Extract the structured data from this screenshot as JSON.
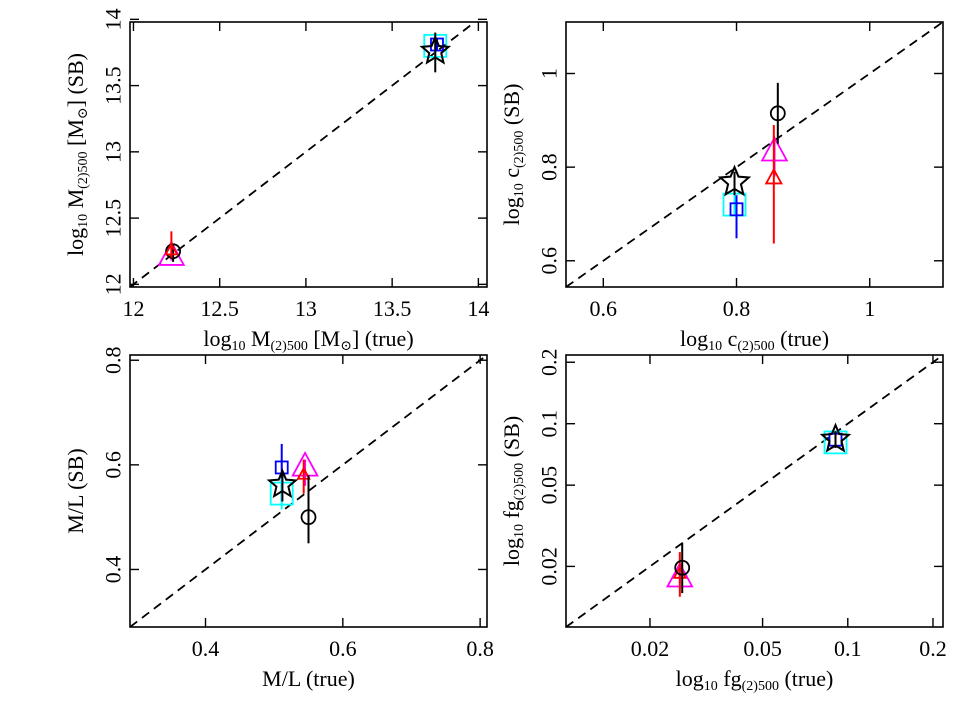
{
  "chart_data": [
    {
      "type": "scatter",
      "xlabel": "log10 M(2)500 [M⊙] (true)",
      "ylabel": "log10 M(2)500 [M⊙] (SB)",
      "xlabel_parts": [
        [
          "log",
          ""
        ],
        [
          "10",
          "sub"
        ],
        [
          " M",
          ""
        ],
        [
          "(2)500",
          "sub"
        ],
        [
          " [M",
          ""
        ],
        [
          "⊙",
          "sub"
        ],
        [
          "] (true)",
          ""
        ]
      ],
      "ylabel_parts": [
        [
          "log",
          ""
        ],
        [
          "10",
          "sub"
        ],
        [
          " M",
          ""
        ],
        [
          "(2)500",
          "sub"
        ],
        [
          " [M",
          ""
        ],
        [
          "⊙",
          "sub"
        ],
        [
          "] (SB)",
          ""
        ]
      ],
      "scale": "linear",
      "xlim": [
        11.98,
        14.05
      ],
      "ylim": [
        11.98,
        13.98
      ],
      "xticks": [
        12,
        12.5,
        13,
        13.5,
        14
      ],
      "xtick_labels": [
        "12",
        "12.5",
        "13",
        "13.5",
        "14"
      ],
      "yticks": [
        12,
        12.5,
        13,
        13.5,
        14
      ],
      "ytick_labels": [
        "12",
        "12.5",
        "13",
        "13.5",
        "14"
      ],
      "diagonal": true,
      "points": [
        {
          "marker": "triangle",
          "color": "#ff00ff",
          "x": 12.22,
          "y": 12.22,
          "size": 13,
          "ylo": 12.18,
          "yhi": 12.28,
          "ecolor": "#ff00ff"
        },
        {
          "marker": "circle",
          "color": "#000000",
          "x": 12.23,
          "y": 12.25,
          "size": 7,
          "ylo": 12.17,
          "yhi": 12.3,
          "ecolor": "#000000"
        },
        {
          "marker": "triangle",
          "color": "#ff0000",
          "x": 12.22,
          "y": 12.26,
          "size": 6,
          "ylo": 12.2,
          "yhi": 12.4,
          "ecolor": "#ff0000"
        },
        {
          "marker": "square",
          "color": "#00ffff",
          "x": 13.75,
          "y": 13.8,
          "size": 11,
          "ylo": 13.72,
          "yhi": 13.86,
          "ecolor": "#00ffff"
        },
        {
          "marker": "square",
          "color": "#0000ff",
          "x": 13.76,
          "y": 13.81,
          "size": 6,
          "ylo": 13.76,
          "yhi": 13.86,
          "ecolor": "#0000ff"
        },
        {
          "marker": "star",
          "color": "#000000",
          "x": 13.75,
          "y": 13.76,
          "size": 14,
          "ylo": 13.6,
          "yhi": 13.9,
          "ecolor": "#000000"
        }
      ]
    },
    {
      "type": "scatter",
      "xlabel": "log10 c(2)500 (true)",
      "ylabel": "log10 c(2)500 (SB)",
      "xlabel_parts": [
        [
          "log",
          ""
        ],
        [
          "10",
          "sub"
        ],
        [
          " c",
          ""
        ],
        [
          "(2)500",
          "sub"
        ],
        [
          "  (true)",
          ""
        ]
      ],
      "ylabel_parts": [
        [
          "log",
          ""
        ],
        [
          "10",
          "sub"
        ],
        [
          " c",
          ""
        ],
        [
          "(2)500",
          "sub"
        ],
        [
          "  (SB)",
          ""
        ]
      ],
      "scale": "linear",
      "xlim": [
        0.544,
        1.11
      ],
      "ylim": [
        0.544,
        1.11
      ],
      "xticks": [
        0.6,
        0.8,
        1.0
      ],
      "xtick_labels": [
        "0.6",
        "0.8",
        "1"
      ],
      "yticks": [
        0.6,
        0.8,
        1.0
      ],
      "ytick_labels": [
        "0.6",
        "0.8",
        "1"
      ],
      "diagonal": true,
      "points": [
        {
          "marker": "triangle",
          "color": "#ff00ff",
          "x": 0.857,
          "y": 0.835,
          "size": 13,
          "ylo": 0.78,
          "yhi": 0.855,
          "ecolor": "#ff00ff"
        },
        {
          "marker": "triangle",
          "color": "#ff0000",
          "x": 0.856,
          "y": 0.778,
          "size": 8,
          "ylo": 0.637,
          "yhi": 0.89,
          "ecolor": "#ff0000"
        },
        {
          "marker": "circle",
          "color": "#000000",
          "x": 0.862,
          "y": 0.915,
          "size": 7,
          "ylo": 0.85,
          "yhi": 0.98,
          "ecolor": "#000000"
        },
        {
          "marker": "square",
          "color": "#00ffff",
          "x": 0.797,
          "y": 0.72,
          "size": 11,
          "ylo": 0.7,
          "yhi": 0.74,
          "ecolor": "#00ffff"
        },
        {
          "marker": "square",
          "color": "#0000ff",
          "x": 0.8,
          "y": 0.71,
          "size": 6,
          "ylo": 0.648,
          "yhi": 0.74,
          "ecolor": "#0000ff"
        },
        {
          "marker": "star",
          "color": "#000000",
          "x": 0.797,
          "y": 0.768,
          "size": 15,
          "ylo": 0.74,
          "yhi": 0.79,
          "ecolor": "#000000"
        }
      ]
    },
    {
      "type": "scatter",
      "xlabel": "M/L (true)",
      "ylabel": "M/L (SB)",
      "xlabel_parts": [
        [
          "M/L (true)",
          ""
        ]
      ],
      "ylabel_parts": [
        [
          "M/L (SB)",
          ""
        ]
      ],
      "scale": "linear",
      "xlim": [
        0.29,
        0.81
      ],
      "ylim": [
        0.29,
        0.81
      ],
      "xticks": [
        0.4,
        0.6,
        0.8
      ],
      "xtick_labels": [
        "0.4",
        "0.6",
        "0.8"
      ],
      "yticks": [
        0.4,
        0.6,
        0.8
      ],
      "ytick_labels": [
        "0.4",
        "0.6",
        "0.8"
      ],
      "diagonal": true,
      "points": [
        {
          "marker": "square",
          "color": "#0000ff",
          "x": 0.511,
          "y": 0.595,
          "size": 6,
          "ylo": 0.53,
          "yhi": 0.64,
          "ecolor": "#0000ff"
        },
        {
          "marker": "square",
          "color": "#00ffff",
          "x": 0.511,
          "y": 0.545,
          "size": 11,
          "ylo": 0.515,
          "yhi": 0.575,
          "ecolor": "#00ffff"
        },
        {
          "marker": "triangle",
          "color": "#ff00ff",
          "x": 0.545,
          "y": 0.598,
          "size": 13,
          "ylo": 0.56,
          "yhi": 0.61,
          "ecolor": "#ff00ff"
        },
        {
          "marker": "triangle",
          "color": "#ff0000",
          "x": 0.543,
          "y": 0.582,
          "size": 6,
          "ylo": 0.545,
          "yhi": 0.61,
          "ecolor": "#ff0000"
        },
        {
          "marker": "circle",
          "color": "#000000",
          "x": 0.55,
          "y": 0.5,
          "size": 7,
          "ylo": 0.45,
          "yhi": 0.58,
          "ecolor": "#000000"
        },
        {
          "marker": "star",
          "color": "#000000",
          "x": 0.512,
          "y": 0.562,
          "size": 14,
          "ylo": 0.53,
          "yhi": 0.585,
          "ecolor": "#000000"
        }
      ]
    },
    {
      "type": "scatter",
      "xlabel": "log10 fg(2)500 (true)",
      "ylabel": "log10 fg(2)500 (SB)",
      "xlabel_parts": [
        [
          "log",
          ""
        ],
        [
          "10",
          "sub"
        ],
        [
          " fg",
          ""
        ],
        [
          "(2)500",
          "sub"
        ],
        [
          "  (true)",
          ""
        ]
      ],
      "ylabel_parts": [
        [
          "log",
          ""
        ],
        [
          "10",
          "sub"
        ],
        [
          " fg",
          ""
        ],
        [
          "(2)500",
          "sub"
        ],
        [
          "  (SB)",
          ""
        ]
      ],
      "scale": "log",
      "xlim": [
        0.0101,
        0.217
      ],
      "ylim": [
        0.0101,
        0.217
      ],
      "xticks": [
        0.02,
        0.05,
        0.1,
        0.2
      ],
      "xtick_labels": [
        "0.02",
        "0.05",
        "0.1",
        "0.2"
      ],
      "yticks": [
        0.02,
        0.05,
        0.1,
        0.2
      ],
      "ytick_labels": [
        "0.02",
        "0.05",
        "0.1",
        "0.2"
      ],
      "diagonal": true,
      "points": [
        {
          "marker": "square",
          "color": "#00ffff",
          "x": 0.0905,
          "y": 0.081,
          "size": 11,
          "ylo": 0.077,
          "yhi": 0.085,
          "ecolor": "#00ffff"
        },
        {
          "marker": "square",
          "color": "#0000ff",
          "x": 0.0905,
          "y": 0.0835,
          "size": 6,
          "ylo": 0.079,
          "yhi": 0.088,
          "ecolor": "#0000ff"
        },
        {
          "marker": "star",
          "color": "#000000",
          "x": 0.0905,
          "y": 0.084,
          "size": 14,
          "ylo": 0.076,
          "yhi": 0.092,
          "ecolor": "#000000"
        },
        {
          "marker": "triangle",
          "color": "#ff00ff",
          "x": 0.0255,
          "y": 0.0178,
          "size": 13,
          "ylo": 0.0165,
          "yhi": 0.019,
          "ecolor": "#ff00ff"
        },
        {
          "marker": "triangle",
          "color": "#ff0000",
          "x": 0.0255,
          "y": 0.0185,
          "size": 6,
          "ylo": 0.0142,
          "yhi": 0.0235,
          "ecolor": "#ff0000"
        },
        {
          "marker": "circle",
          "color": "#000000",
          "x": 0.026,
          "y": 0.0197,
          "size": 7,
          "ylo": 0.0148,
          "yhi": 0.026,
          "ecolor": "#000000"
        }
      ]
    }
  ]
}
